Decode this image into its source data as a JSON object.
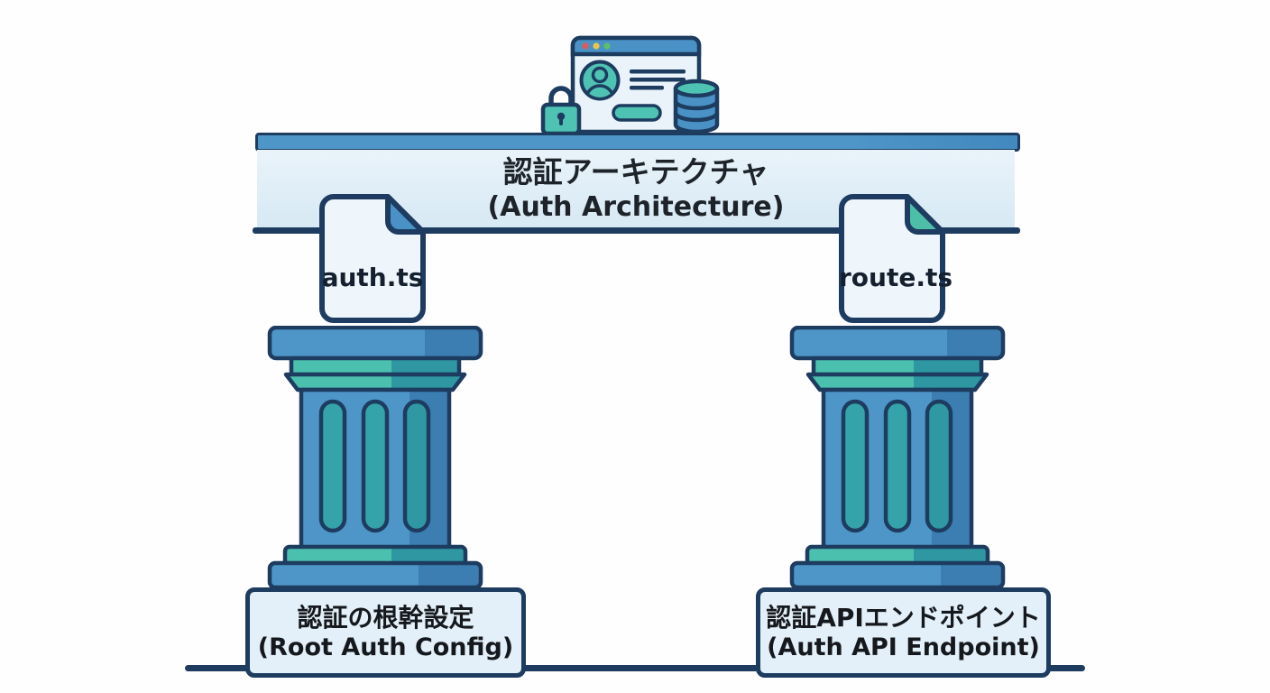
{
  "scene": {
    "type": "architecture-diagram",
    "beam": {
      "title_jp": "認証アーキテクチャ",
      "title_en": "(Auth Architecture)"
    },
    "pillars": [
      {
        "file": "auth.ts",
        "label_jp": "認証の根幹設定",
        "label_en": "(Root Auth Config)",
        "fold_color": "#4a92c6"
      },
      {
        "file": "route.ts",
        "label_jp": "認証APIエンドポイント",
        "label_en": "(Auth API Endpoint)",
        "fold_color": "#4dbfa8"
      }
    ],
    "header_icons": [
      "browser-window-icon",
      "user-avatar-icon",
      "text-lines-icon",
      "button-icon",
      "padlock-icon",
      "database-icon"
    ],
    "colors": {
      "outline_navy": "#1d3c60",
      "blue": "#4e96c8",
      "blue_shade": "#3c7eb2",
      "teal": "#4cc0ae",
      "teal_shade": "#2e97a1",
      "flute_teal": "#35a4aa",
      "beam_fill": "#ddecf6",
      "doc_fill": "#eff6fb",
      "label_fill": "#e3f0f9",
      "window_fill": "#e9f3f9",
      "dot_red": "#de5c55",
      "dot_yellow": "#e9c74e",
      "dot_green": "#5cbf6b",
      "text": "#1d2329",
      "background": "#fefefe"
    }
  }
}
